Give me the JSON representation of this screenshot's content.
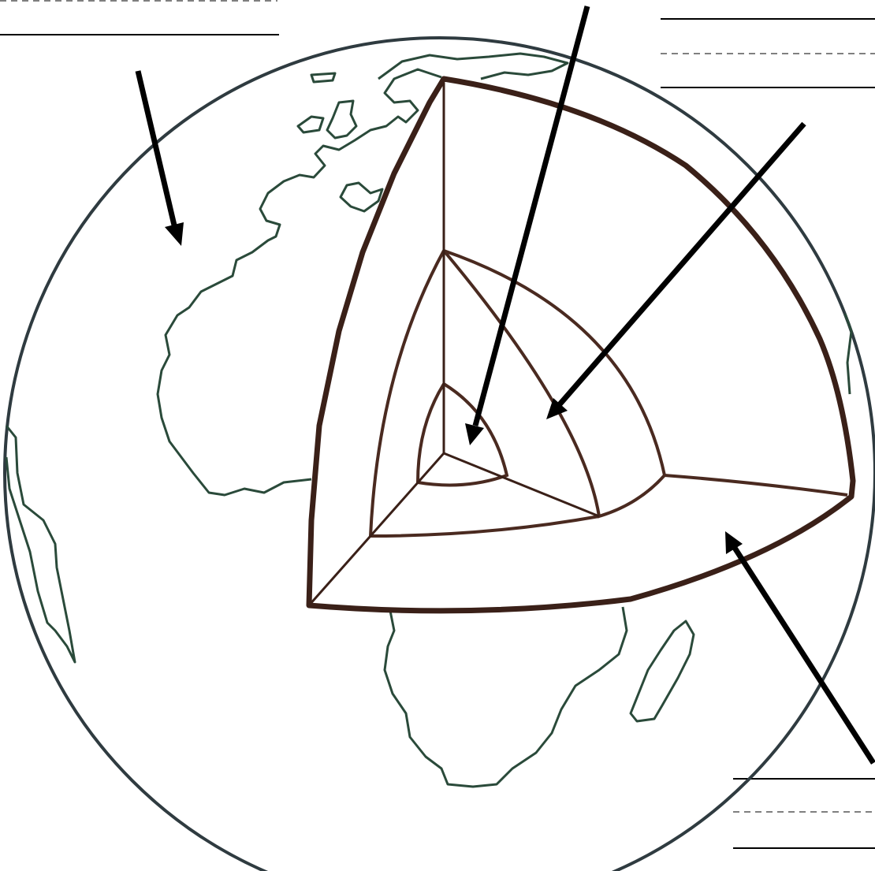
{
  "diagram": {
    "type": "earth-layers-cutaway",
    "label_slots": [
      {
        "position": "top-left",
        "lines": [
          "dashed",
          "solid"
        ]
      },
      {
        "position": "top-right",
        "lines": [
          "solid",
          "dashed",
          "solid"
        ]
      },
      {
        "position": "bottom-right",
        "lines": [
          "solid",
          "dashed",
          "solid"
        ]
      }
    ],
    "arrows": 4,
    "colors": {
      "outline": "#2f3b40",
      "landmass": "#2a4a3a",
      "layers": "#4a2a20",
      "arrow": "#000000"
    }
  }
}
